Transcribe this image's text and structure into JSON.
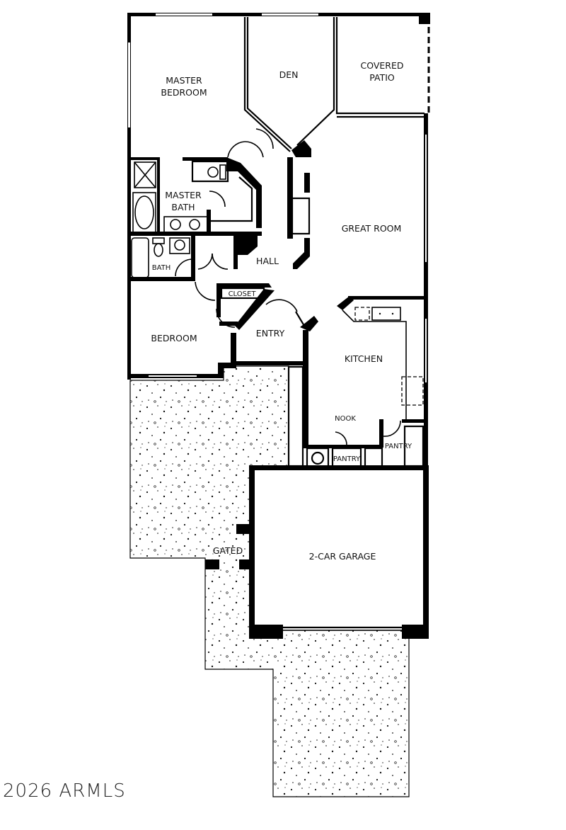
{
  "floorplan": {
    "rooms": {
      "master_bedroom": [
        "MASTER",
        "BEDROOM"
      ],
      "den": "DEN",
      "covered_patio": [
        "COVERED",
        "PATIO"
      ],
      "master_bath": [
        "MASTER",
        "BATH"
      ],
      "great_room": "GREAT ROOM",
      "hall": "HALL",
      "bath": "BATH",
      "closet": "CLOSET",
      "bedroom": "BEDROOM",
      "entry": "ENTRY",
      "kitchen": "KITCHEN",
      "nook": "NOOK",
      "pantry_small": "PANTRY",
      "pantry_right": "PANTRY",
      "gated": "GATED",
      "garage": "2-CAR GARAGE"
    }
  },
  "copyright": "2026 ARMLS"
}
